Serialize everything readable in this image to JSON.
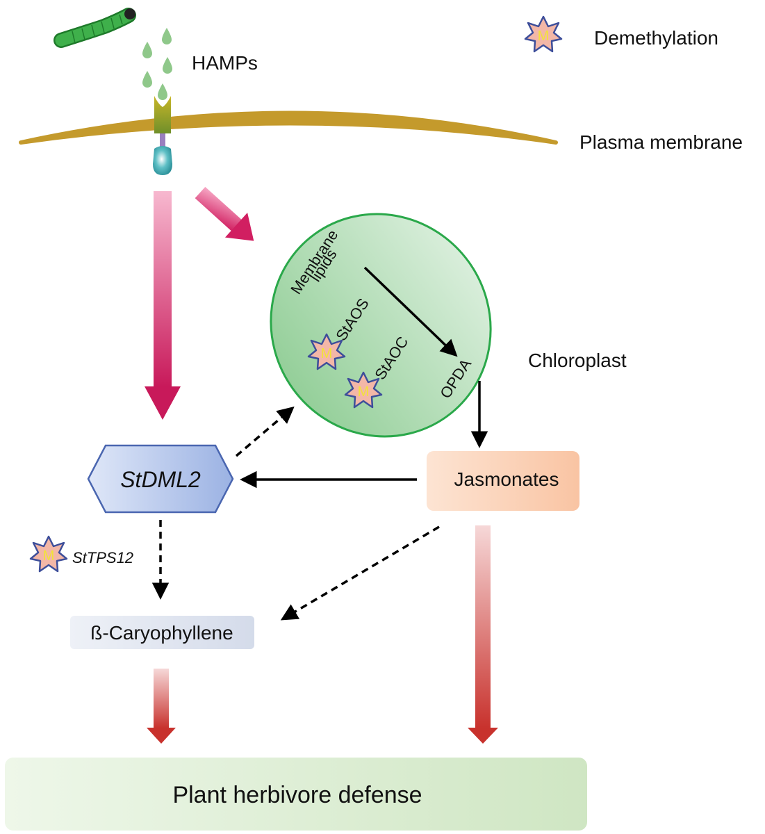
{
  "labels": {
    "hamps": "HAMPs",
    "demethylation": "Demethylation",
    "plasma_membrane": "Plasma membrane",
    "chloroplast": "Chloroplast",
    "membrane_lipids_line1": "Membrane",
    "membrane_lipids_line2": "lipids",
    "staos": "StAOS",
    "staoc": "StAOC",
    "opda": "OPDA",
    "stdml2": "StDML2",
    "jasmonates": "Jasmonates",
    "sttps12": "StTPS12",
    "caryophyllene": "ß-Caryophyllene",
    "defense": "Plant herbivore defense",
    "methyl_mark": "M"
  },
  "colors": {
    "membrane": "#c49a2c",
    "chloroplast_fill": "#a9d9ad",
    "chloroplast_stroke": "#2aa84a",
    "pink_arrow": "#c8195a",
    "red_arrow": "#c8322d",
    "star_fill": "#f3b7a7",
    "star_stroke": "#3d4e9a",
    "star_letter": "#f2e23a",
    "hexagon_fill": "#b9c9ec",
    "hexagon_stroke": "#4a66b0",
    "jasmonates_fill": "#fbd3bb",
    "caryophyllene_fill": "#dde3ee",
    "defense_fill": "#dcedd3",
    "caterpillar": "#2f9d3a",
    "droplet": "#8fc88a"
  }
}
